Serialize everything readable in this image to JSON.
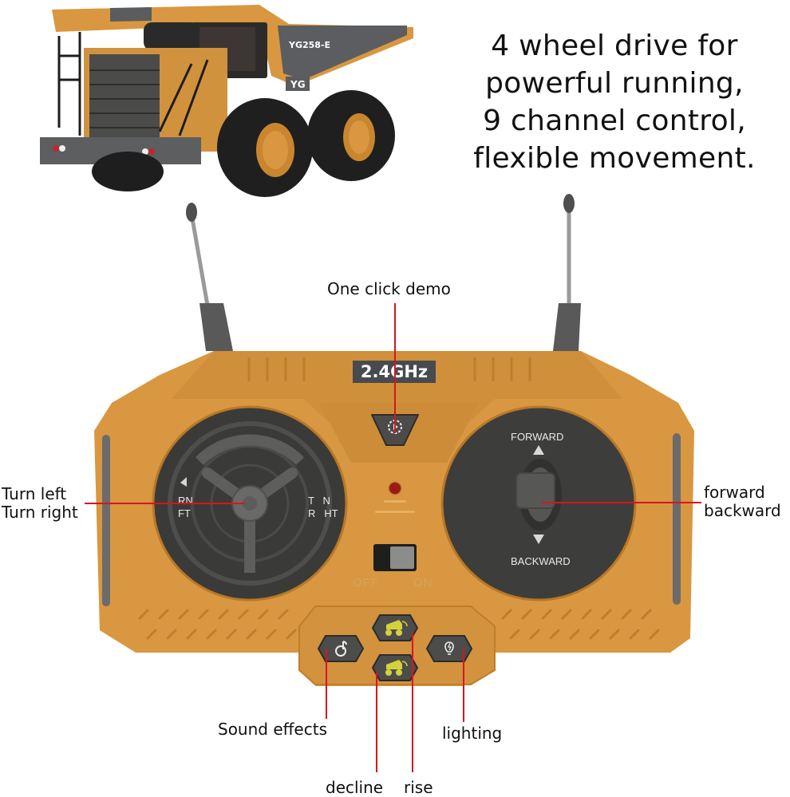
{
  "headline": {
    "lines": [
      "4 wheel drive for",
      "powerful running,",
      "9 channel control,",
      "flexible movement."
    ]
  },
  "truck": {
    "model_label": "YG258-E",
    "badge_label": "YG"
  },
  "remote": {
    "frequency_label": "2.4GHz",
    "steering_dial": {
      "left_label_1": "RN",
      "left_label_2": "FT",
      "right_label_1": "T   N",
      "right_label_2": "R   HT"
    },
    "throttle": {
      "forward_label": "FORWARD",
      "backward_label": "BACKWARD"
    },
    "power_switch": {
      "off_label": "OFF",
      "on_label": "ON",
      "state": "OFF"
    }
  },
  "callouts": {
    "demo": "One click demo",
    "steer_1": "Turn left",
    "steer_2": "Turn right",
    "drive_1": "forward",
    "drive_2": "backward",
    "sound": "Sound effects",
    "lighting": "lighting",
    "decline": "decline",
    "rise": "rise"
  },
  "colors": {
    "body_orange": "#d89740",
    "body_dark": "#c1802e",
    "panel_gray": "#4a4a48",
    "leader_red": "#d8151f",
    "icon_yellow": "#d6d13a"
  }
}
